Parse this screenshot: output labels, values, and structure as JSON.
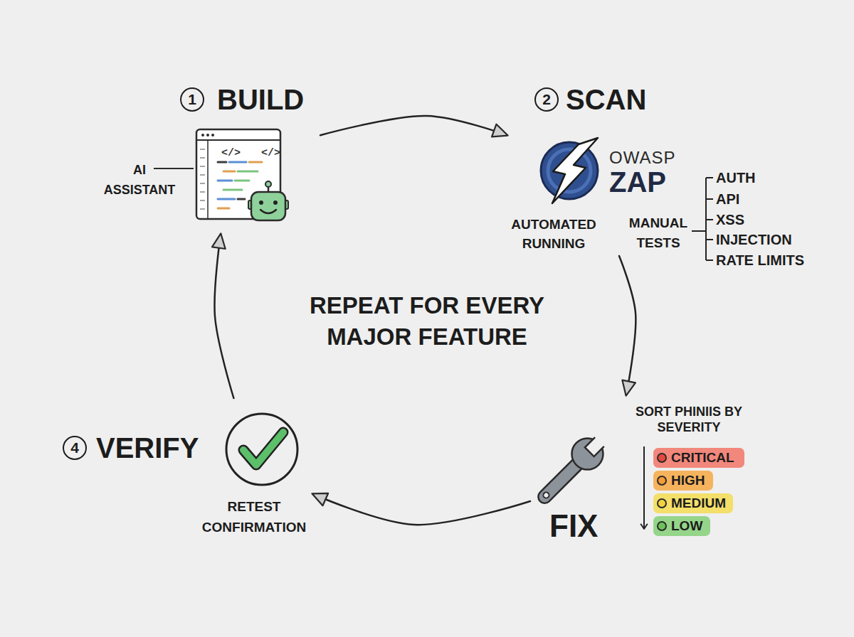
{
  "diagram": {
    "nodes": [
      {
        "text": [
          "1",
          "BUILD"
        ]
      },
      {
        "text": [
          "2",
          "SCAN",
          "OWASP",
          "ZAP",
          "AUTOMATED RUNNING"
        ]
      },
      {
        "text": [
          "FIX",
          "SORT PHINIIS BY SEVERITY"
        ]
      },
      {
        "text": [
          "CRITICAL"
        ],
        "in": 2
      },
      {
        "text": [
          "HIGH"
        ],
        "in": 2
      },
      {
        "text": [
          "MEDIUM"
        ],
        "in": 2
      },
      {
        "text": [
          "LOW"
        ],
        "in": 2
      },
      {
        "text": [
          "4",
          "VERIFY",
          "RETEST CONFIRMATION"
        ]
      }
    ],
    "edges": [
      {
        "from": 0,
        "to": 1,
        "arrow": "to"
      },
      {
        "from": 1,
        "to": 2,
        "arrow": "to"
      },
      {
        "from": 2,
        "to": 7,
        "arrow": "to"
      },
      {
        "from": 7,
        "to": 0,
        "arrow": "to"
      }
    ],
    "labels": [
      "</>",
      "</>",
      "AI ASSISTANT",
      "MANUAL TESTS",
      "AUTH",
      "API",
      "XSS",
      "INJECTION",
      "RATE LIMITS",
      "REPEAT FOR EVERY MAJOR FEATURE"
    ]
  }
}
